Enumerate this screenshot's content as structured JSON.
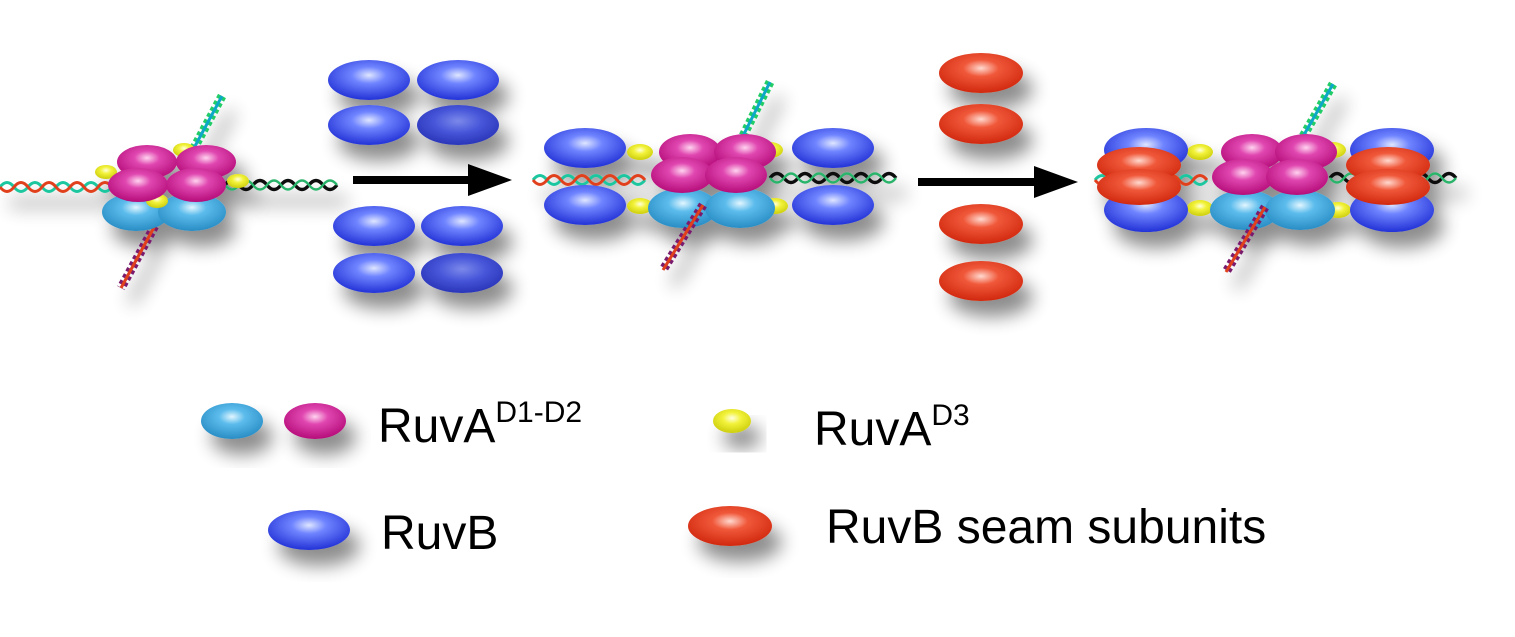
{
  "colors": {
    "ruva_cyan": "#3fa7dc",
    "ruva_magenta": "#d21a92",
    "ruva_d3_yellow": "#ecec1e",
    "ruvb_blue": "#3b4fee",
    "ruvb_seam_red": "#e8371c",
    "arrow": "#000000",
    "dna_strand_a": "#1fc7a0",
    "dna_strand_b": "#e0401c",
    "dna_strand_c": "#111111",
    "dna_arm_up": "#22cc66",
    "dna_arm_down": "#7a1a6e"
  },
  "legend": {
    "ruva_d1_d2": {
      "base": "RuvA",
      "superscript": "D1-D2"
    },
    "ruva_d3": {
      "base": "RuvA",
      "superscript": "D3"
    },
    "ruvb": "RuvB",
    "ruvb_seam": "RuvB seam subunits"
  },
  "stages": [
    {
      "id": "ruva-junction-complex"
    },
    {
      "id": "ruva-ruvb-complex"
    },
    {
      "id": "ruva-ruvb-seam-complex"
    }
  ]
}
